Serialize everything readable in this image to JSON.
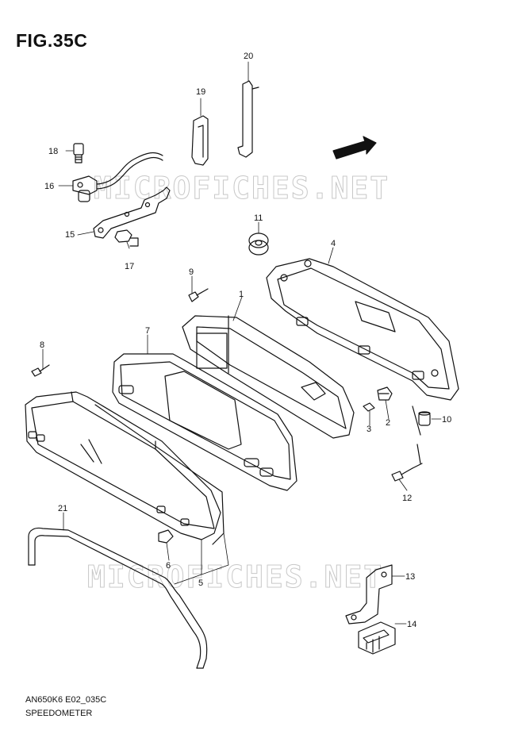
{
  "figure": {
    "title": "FIG.35C",
    "code": "AN650K6 E02_035C",
    "name": "SPEEDOMETER",
    "watermark": "MICROFICHES.NET",
    "direction_label": "FWD"
  },
  "callouts": [
    "1",
    "2",
    "3",
    "4",
    "5",
    "6",
    "7",
    "8",
    "9",
    "10",
    "11",
    "12",
    "13",
    "14",
    "15",
    "16",
    "17",
    "18",
    "19",
    "20",
    "21"
  ],
  "colors": {
    "line": "#111111",
    "watermark": "#c8c8c8",
    "background": "#ffffff"
  }
}
